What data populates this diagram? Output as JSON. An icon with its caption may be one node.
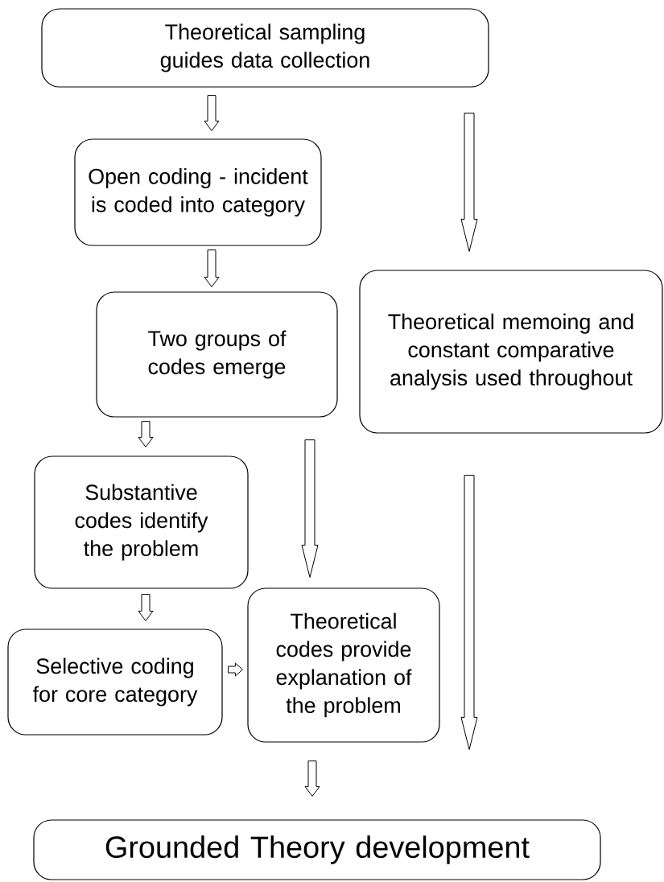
{
  "diagram": {
    "nodes": [
      {
        "text": [
          "Theoretical sampling guides data collection"
        ]
      },
      {
        "text": [
          "Open coding - incident is coded into category"
        ]
      },
      {
        "text": [
          "Two groups of codes emerge"
        ]
      },
      {
        "text": [
          "Theoretical memoing and constant comparative analysis used throughout"
        ]
      },
      {
        "text": [
          "Substantive codes identify the problem"
        ]
      },
      {
        "text": [
          "Selective coding for core category"
        ]
      },
      {
        "text": [
          "Theoretical codes provide explanation of the problem"
        ]
      },
      {
        "text": [
          "Grounded Theory development"
        ]
      }
    ],
    "edges": [
      {
        "from": 0,
        "to": 1,
        "arrow": "to"
      },
      {
        "from": 0,
        "to": 3,
        "arrow": "to"
      },
      {
        "from": 1,
        "to": 2,
        "arrow": "to"
      },
      {
        "from": 2,
        "to": 4,
        "arrow": "to"
      },
      {
        "from": 2,
        "to": 6,
        "arrow": "to"
      },
      {
        "from": 4,
        "to": 5,
        "arrow": "to"
      },
      {
        "from": 5,
        "to": 6,
        "arrow": "to"
      },
      {
        "from": 6,
        "to": 7,
        "arrow": "to"
      },
      {
        "from": 3,
        "to": 7,
        "arrow": "to"
      }
    ]
  }
}
